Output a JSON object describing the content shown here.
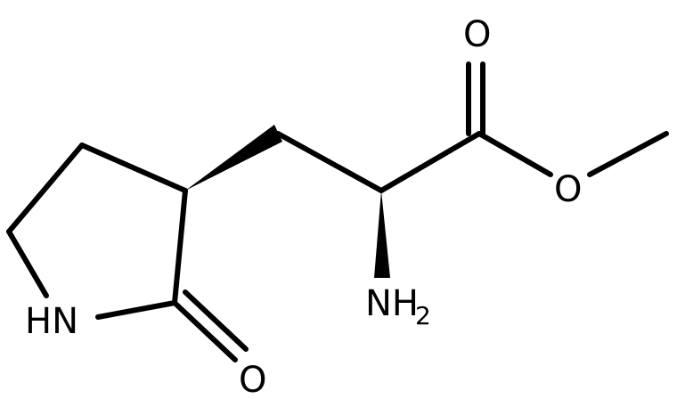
{
  "molecule": {
    "atoms": {
      "carbonyl_oxygen_ester": "O",
      "ether_oxygen": "O",
      "amine": "NH",
      "amine_subscript": "2",
      "ring_nitrogen": "HN",
      "lactam_oxygen": "O"
    },
    "colors": {
      "bond": "#000000",
      "background": "#ffffff"
    }
  }
}
